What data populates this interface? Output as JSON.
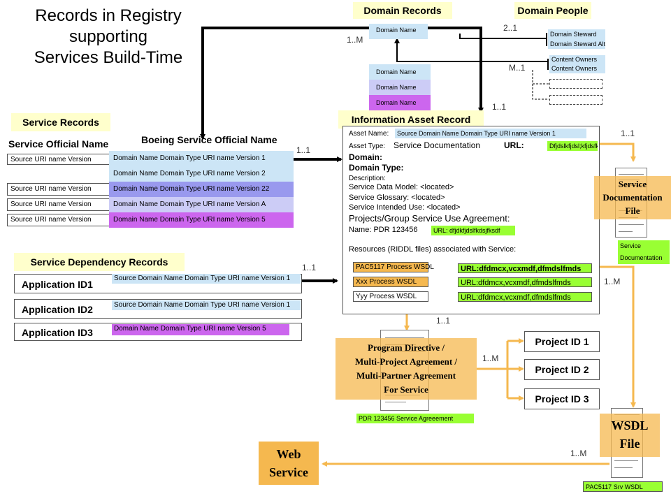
{
  "title": [
    "Records in Registry",
    "supporting",
    "Services Build-Time"
  ],
  "domain_records": {
    "header": "Domain Records",
    "top": "Domain Name",
    "stack": [
      "Domain Name",
      "Domain Name",
      "Domain Name"
    ]
  },
  "domain_people": {
    "header": "Domain People",
    "stewards": [
      "Domain Steward",
      "Domain Steward Alt"
    ],
    "owners": [
      "Content Owners",
      "Content Owners"
    ]
  },
  "service_records": {
    "header": "Service Records",
    "official_name_header": "Service Official Name",
    "boeing_header": "Boeing Service Official Name",
    "rows": [
      {
        "left": "Source URI name  Version",
        "right": [
          "Domain Name Domain Type URI name Version 1",
          "Domain Name Domain Type URI name Version 2"
        ]
      },
      {
        "left": "Source URI name Version",
        "right": [
          "Domain Name Domain Type URI name Version 22"
        ]
      },
      {
        "left": "Source URI name Version",
        "right": [
          "Domain Name Domain Type URI name Version A"
        ]
      },
      {
        "left": "Source URI name Version",
        "right": [
          "Domain Name Domain Type URI name Version 5"
        ]
      }
    ]
  },
  "dependency": {
    "header": "Service Dependency Records",
    "apps": [
      {
        "id": "Application ID1",
        "value": "Source Domain Name Domain Type URI name Version 1"
      },
      {
        "id": "Application ID2",
        "value": "Source Domain Name Domain Type URI name  Version 1"
      },
      {
        "id": "Application ID3",
        "value": "Domain Name Domain Type URI name   Version 5"
      }
    ]
  },
  "info_asset": {
    "header": "Information Asset Record",
    "asset_name_label": "Asset Name:",
    "asset_name_value": "Source Domain Name Domain Type URI name Version 1",
    "asset_type_label": "Asset Type:",
    "asset_type_value": "Service Documentation",
    "url_label": "URL:",
    "url_value": "Dfjdslkfjdsl;kfjdsfklsd",
    "domain_label": "Domain:",
    "domain_type_label": "Domain Type:",
    "description_label": "Description:",
    "model_line": "Service  Data Model: <located>",
    "glossary_line": "Service Glossary: <located>",
    "intended_line": "Service Intended Use: <located>",
    "agreement_line": "Projects/Group Service Use Agreement:",
    "name_line": "Name: PDR 123456",
    "name_url": "URL: dfjdkfjdslfkdsjfksdf",
    "resources_line": "Resources (RIDDL files) associated with Service:",
    "wsdl": [
      {
        "name": "PAC5117 Process WSDL",
        "url": "URL:dfdmcx,vcxmdf,dfmdslfmds"
      },
      {
        "name": "Xxx  Process WSDL",
        "url": "URL:dfdmcx,vcxmdf,dfmdslfmds"
      },
      {
        "name": "Yyy  Process WSDL",
        "url": "URL:dfdmcx,vcxmdf,dfmdslfmds"
      }
    ]
  },
  "service_doc": {
    "title": [
      "Service",
      "Documentation",
      "File"
    ],
    "label": [
      "Service",
      "Documentation"
    ]
  },
  "program": {
    "title": [
      "Program Directive /",
      "Multi-Project Agreement /",
      "Multi-Partner Agreement",
      "For Service"
    ],
    "label": "PDR 123456 Service Agreeement"
  },
  "projects": [
    "Project ID 1",
    "Project ID 2",
    "Project ID 3"
  ],
  "wsdl_file": {
    "title": [
      "WSDL",
      "File"
    ],
    "label": "PAC5117 Srv WSDL"
  },
  "web_service": [
    "Web",
    "Service"
  ],
  "relations": {
    "r1": "1..M",
    "r2": "2..1",
    "r3": "M..1",
    "r4": "1..1",
    "r5": "1..1",
    "r6": "1..1",
    "r7": "1..1",
    "r8": "1..1",
    "r9": "1..M",
    "r10": "1..M",
    "r11": "1..M"
  },
  "colors": {
    "header_bg": "#ffffcc",
    "light_blue": "#cce5f6",
    "blue": "#9999ee",
    "lavender": "#ccccf6",
    "purple": "#cc66ee",
    "green": "#99ff33",
    "orange": "#f5b84f"
  }
}
